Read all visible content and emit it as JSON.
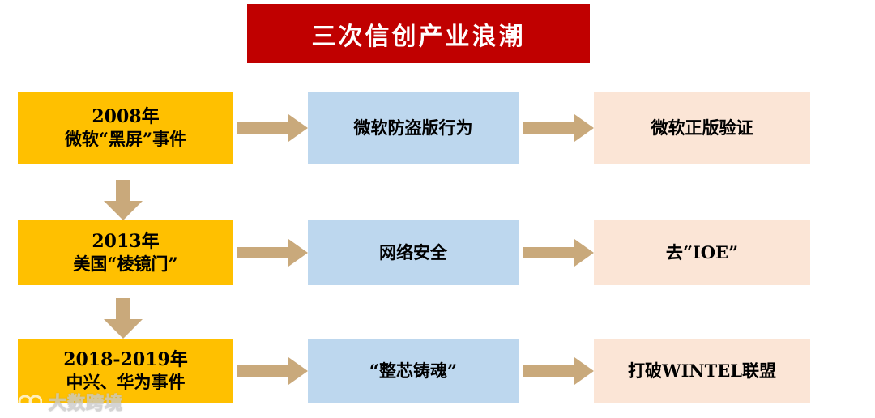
{
  "title": {
    "text": "三次信创产业浪潮",
    "background_color": "#C00000",
    "text_color": "#FFFFFF"
  },
  "colors": {
    "event_box": "#FFC000",
    "theme_box": "#BDD7EE",
    "outcome_box": "#FBE5D6",
    "arrow": "#C9A97B",
    "banner_red": "#C00000",
    "page_background": "#FFFFFF"
  },
  "rows": [
    {
      "event": {
        "year": "2008年",
        "name": "微软“黑屏”事件"
      },
      "theme": "微软防盗版行为",
      "outcome": "微软正版验证"
    },
    {
      "event": {
        "year": "2013年",
        "name": "美国“棱镜门”"
      },
      "theme": "网络安全",
      "outcome": "去“IOE”"
    },
    {
      "event": {
        "year": "2018-2019年",
        "name": "中兴、华为事件"
      },
      "theme": "“整芯铸魂”",
      "outcome": "打破WINTEL联盟"
    }
  ],
  "arrows": {
    "horizontal_icon": "right-arrow-icon",
    "vertical_icon": "down-arrow-icon"
  },
  "watermark": {
    "text": "大数跨境",
    "logo_label": "100"
  }
}
